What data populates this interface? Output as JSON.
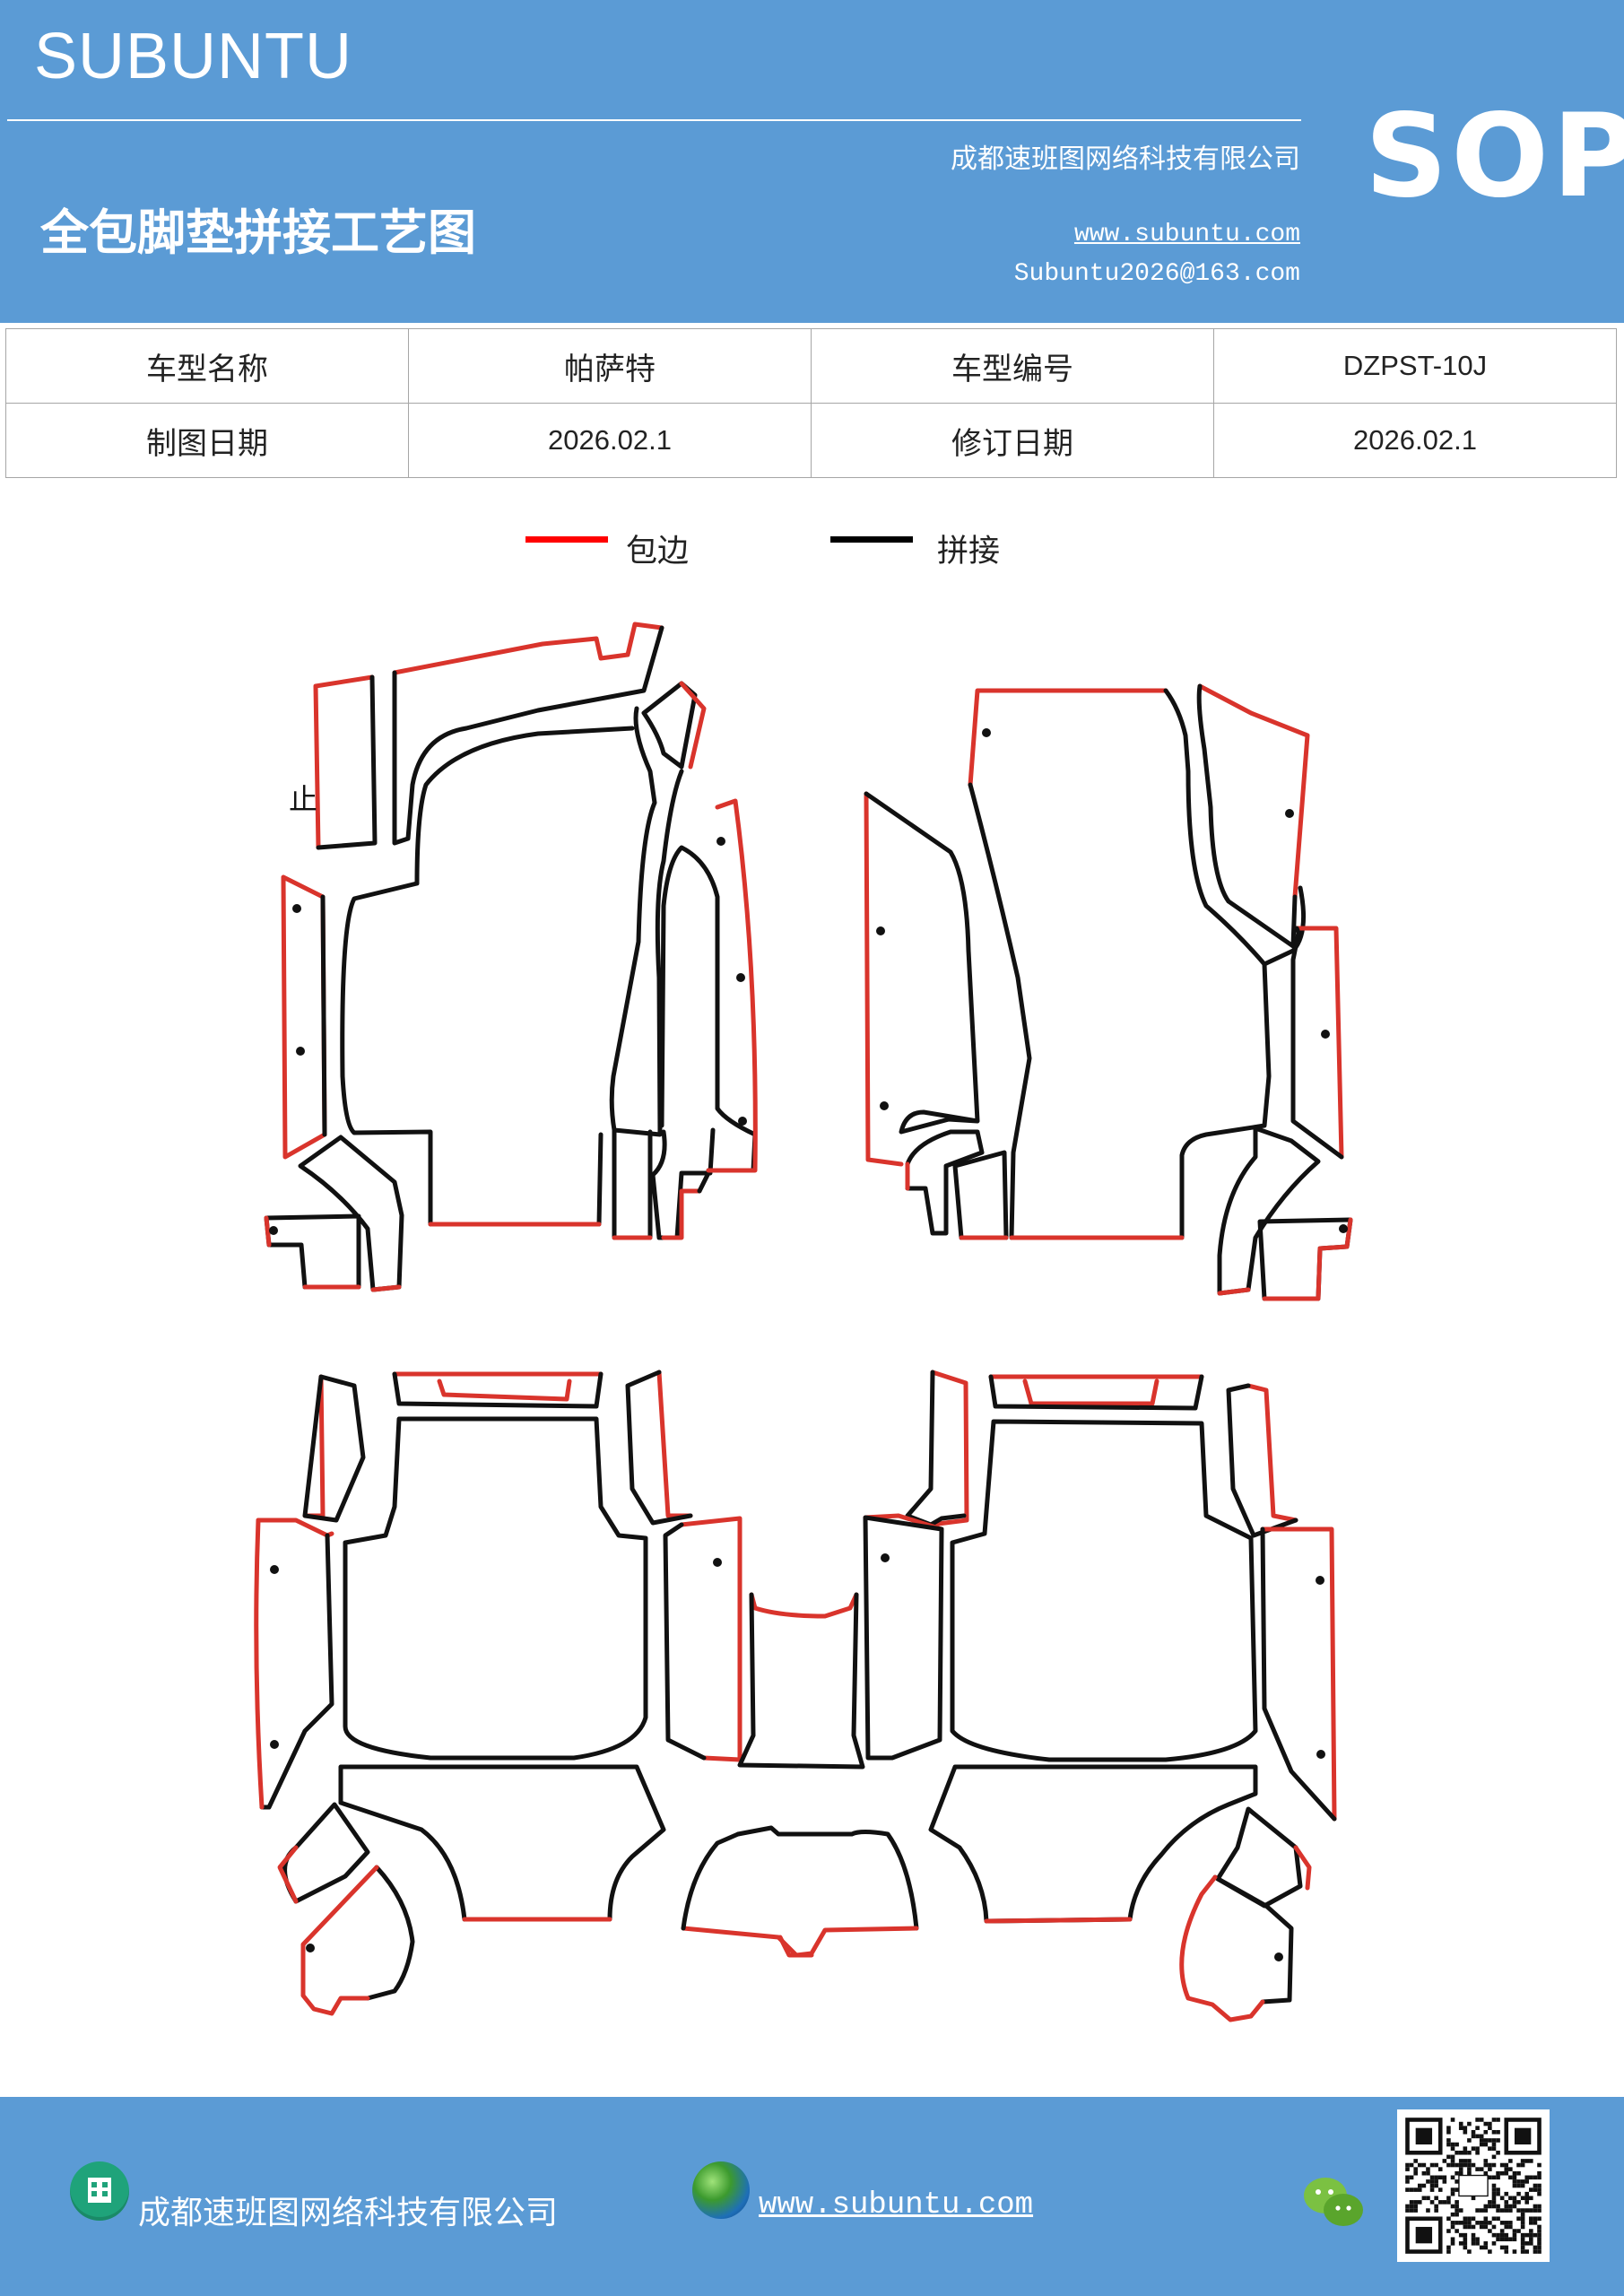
{
  "header": {
    "brand": "SUBUNTU",
    "company": "成都速班图网络科技有限公司",
    "title": "全包脚垫拼接工艺图",
    "website": "www.subuntu.com",
    "email": "Subuntu2026@163.com",
    "badge": "SOP"
  },
  "info_table": {
    "row1": {
      "label1": "车型名称",
      "value1": "帕萨特",
      "label2": "车型编号",
      "value2": "DZPST-10J"
    },
    "row2": {
      "label1": "制图日期",
      "value1": "2026.02.1",
      "label2": "修订日期",
      "value2": "2026.02.1"
    }
  },
  "legend": {
    "items": [
      {
        "label": "包边",
        "color": "#ff0000"
      },
      {
        "label": "拼接",
        "color": "#000000"
      }
    ]
  },
  "diagram": {
    "stop_mark": "止",
    "colors": {
      "edge_binding": "#d9342c",
      "seam": "#111111"
    }
  },
  "footer": {
    "company": "成都速班图网络科技有限公司",
    "website": "www.subuntu.com",
    "icons": [
      "building-icon",
      "globe-icon",
      "wechat-icon",
      "qr-code"
    ]
  },
  "colors": {
    "theme": "#5b9bd5",
    "text_on_theme": "#ffffff"
  }
}
